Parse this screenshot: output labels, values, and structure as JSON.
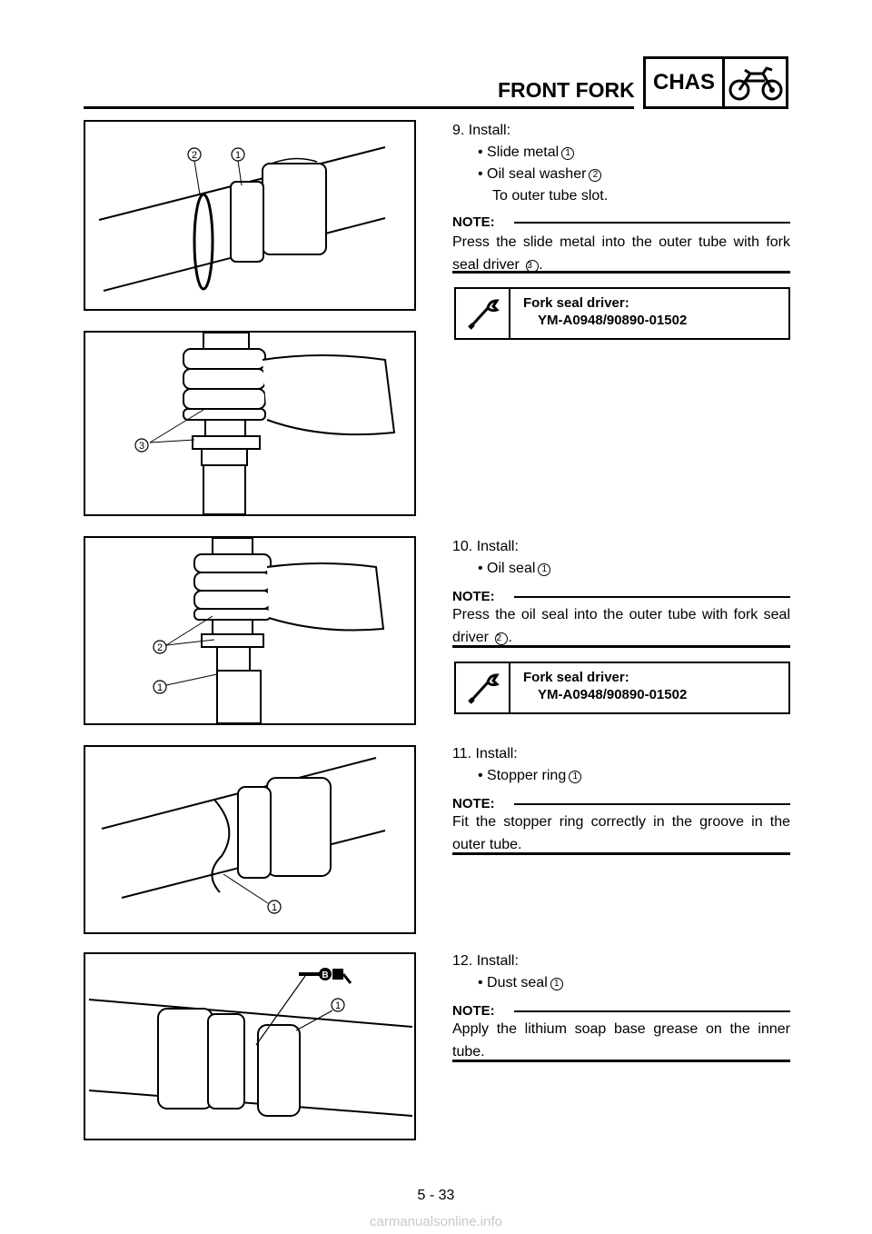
{
  "header": {
    "title": "FRONT FORK",
    "section": "CHAS",
    "section_icon": "motorcycle-icon"
  },
  "step9": {
    "title": "9. Install:",
    "items": [
      {
        "text": "Slide metal",
        "ref": "1"
      },
      {
        "text": "Oil seal washer",
        "ref": "2"
      }
    ],
    "sub": "To outer tube slot.",
    "note_label": "NOTE:",
    "note_text": "Press the slide metal into the outer tube with fork seal driver",
    "note_ref": "3",
    "tool_label": "Fork seal driver:",
    "tool_part": "YM-A0948/90890-01502"
  },
  "step10": {
    "title": "10. Install:",
    "items": [
      {
        "text": "Oil seal",
        "ref": "1"
      }
    ],
    "note_label": "NOTE:",
    "note_text": "Press the oil seal into the outer tube with fork seal driver",
    "note_ref": "2",
    "tool_label": "Fork seal driver:",
    "tool_part": "YM-A0948/90890-01502"
  },
  "step11": {
    "title": "11. Install:",
    "items": [
      {
        "text": "Stopper ring",
        "ref": "1"
      }
    ],
    "note_label": "NOTE:",
    "note_text": "Fit the stopper ring correctly in the groove in the outer tube."
  },
  "step12": {
    "title": "12. Install:",
    "items": [
      {
        "text": "Dust seal",
        "ref": "1"
      }
    ],
    "note_label": "NOTE:",
    "note_text": "Apply the lithium soap base grease on the inner tube."
  },
  "figures": {
    "fig1_labels": [
      "2",
      "1"
    ],
    "fig2_labels": [
      "3"
    ],
    "fig3_labels": [
      "2",
      "1"
    ],
    "fig4_labels": [
      "1"
    ],
    "fig5_labels": [
      "B",
      "1"
    ]
  },
  "footer": {
    "page": "5 - 33",
    "watermark": "carmanualsonline.info"
  }
}
